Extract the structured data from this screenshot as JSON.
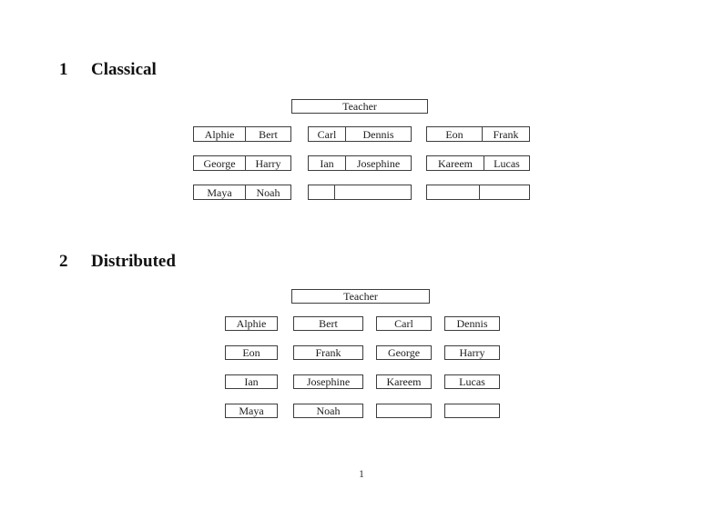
{
  "colors": {
    "background": "#ffffff",
    "border": "#3d3d3d",
    "text": "#1c1c1c"
  },
  "sections": [
    {
      "number": "1",
      "title": "Classical",
      "teacher_label": "Teacher",
      "rows": [
        {
          "desks": [
            {
              "seats": [
                "Alphie",
                "Bert"
              ]
            },
            {
              "seats": [
                "Carl",
                "Dennis"
              ]
            },
            {
              "seats": [
                "Eon",
                "Frank"
              ]
            }
          ]
        },
        {
          "desks": [
            {
              "seats": [
                "George",
                "Harry"
              ]
            },
            {
              "seats": [
                "Ian",
                "Josephine"
              ]
            },
            {
              "seats": [
                "Kareem",
                "Lucas"
              ]
            }
          ]
        },
        {
          "desks": [
            {
              "seats": [
                "Maya",
                "Noah"
              ]
            },
            {
              "seats": [
                "",
                ""
              ]
            },
            {
              "seats": [
                "",
                ""
              ]
            }
          ]
        }
      ]
    },
    {
      "number": "2",
      "title": "Distributed",
      "teacher_label": "Teacher",
      "rows": [
        {
          "desks": [
            {
              "seats": [
                "Alphie"
              ]
            },
            {
              "seats": [
                "Bert"
              ]
            },
            {
              "seats": [
                "Carl"
              ]
            },
            {
              "seats": [
                "Dennis"
              ]
            }
          ]
        },
        {
          "desks": [
            {
              "seats": [
                "Eon"
              ]
            },
            {
              "seats": [
                "Frank"
              ]
            },
            {
              "seats": [
                "George"
              ]
            },
            {
              "seats": [
                "Harry"
              ]
            }
          ]
        },
        {
          "desks": [
            {
              "seats": [
                "Ian"
              ]
            },
            {
              "seats": [
                "Josephine"
              ]
            },
            {
              "seats": [
                "Kareem"
              ]
            },
            {
              "seats": [
                "Lucas"
              ]
            }
          ]
        },
        {
          "desks": [
            {
              "seats": [
                "Maya"
              ]
            },
            {
              "seats": [
                "Noah"
              ]
            },
            {
              "seats": [
                ""
              ]
            },
            {
              "seats": [
                ""
              ]
            }
          ]
        }
      ]
    }
  ],
  "footer": {
    "page_number": "1"
  }
}
